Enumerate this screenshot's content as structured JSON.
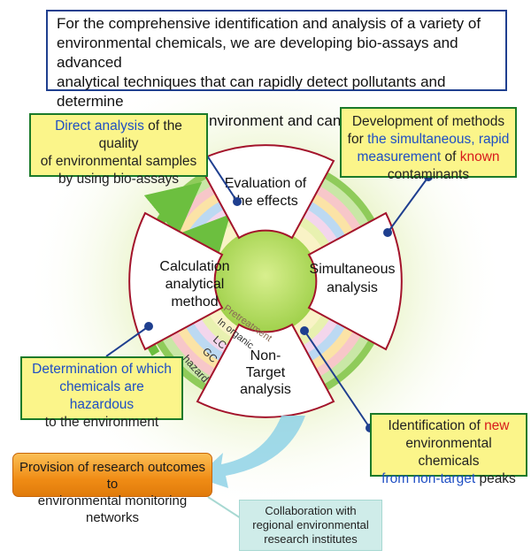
{
  "intro": {
    "line1": "For the comprehensive identification and analysis of a variety of",
    "line2": "environmental chemicals, we are developing bio-assays and advanced",
    "line3": "analytical techniques that can rapidly detect pollutants and determine",
    "line4": "their influence on the environment and can be applied to the real world."
  },
  "callouts": {
    "direct_analysis": {
      "a_blue": "Direct analysis",
      "a_rest": " of the quality",
      "b": "of environmental samples",
      "c": "by using bio-assays"
    },
    "simultaneous_methods": {
      "a": "Development of methods",
      "b_pre": "for ",
      "b_blue": "the simultaneous, rapid",
      "c_blue": "measurement",
      "c_space": " of ",
      "c_red": "known",
      "d": "contaminants"
    },
    "hazardous": {
      "a_blue": "Determination of which",
      "b_blue": "chemicals are hazardous",
      "c": "to the environment"
    },
    "new_chemicals": {
      "a_pre": "Identification of ",
      "a_red": "new",
      "b": "environmental chemicals",
      "c_blue": "from non-target",
      "c_rest": " peaks"
    }
  },
  "wheel": {
    "evaluation": [
      "Evaluation of",
      "the effects"
    ],
    "simultaneous": [
      "Simultaneous",
      "analysis"
    ],
    "nontarget": [
      "Non-",
      "Target",
      "analysis"
    ],
    "calculation": [
      "Calculation",
      "analytical",
      "method"
    ],
    "ring_labels": [
      "Pretreatment",
      "In organic",
      "LC",
      "GC",
      "hazard"
    ]
  },
  "outcome": {
    "line1": "Provision of research outcomes to",
    "line2": "environmental monitoring networks"
  },
  "collaboration": {
    "line1": "Collaboration with",
    "line2": "regional environmental",
    "line3": "research institutes"
  },
  "colors": {
    "navy": "#1f3f8f",
    "callout_fill": "#fbf58a",
    "callout_border": "#1b7a2a",
    "wedge_border": "#a3132b",
    "orange": "#f08c15",
    "teal": "#cfece9"
  }
}
